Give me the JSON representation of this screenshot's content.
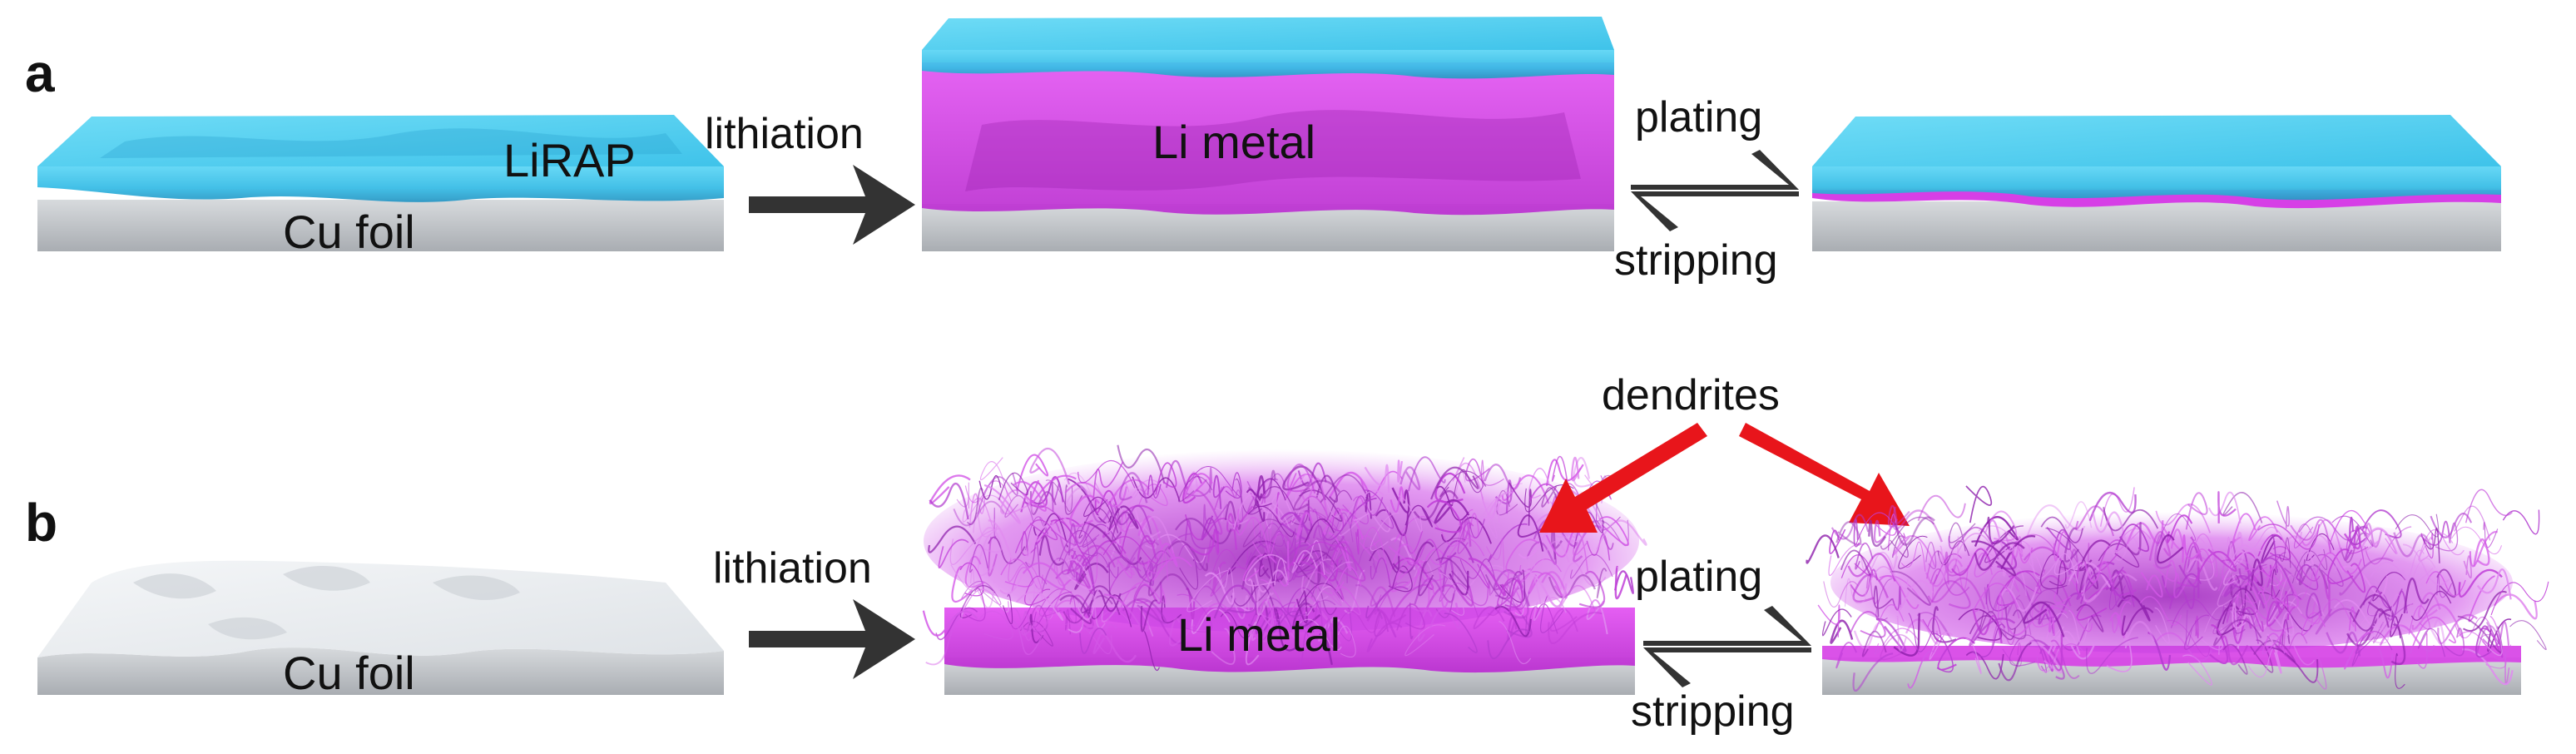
{
  "panels": [
    {
      "letter": "a",
      "substrate_label": "Cu foil",
      "coating_label": "LiRAP",
      "lithiation_label": "lithiation",
      "metal_label": "Li metal",
      "plating_label": "plating",
      "stripping_label": "stripping"
    },
    {
      "letter": "b",
      "substrate_label": "Cu foil",
      "lithiation_label": "lithiation",
      "metal_label": "Li metal",
      "plating_label": "plating",
      "stripping_label": "stripping",
      "dendrites_label": "dendrites"
    }
  ],
  "colors": {
    "coating": "#3fc6ea",
    "li_metal": "#d63fe6",
    "cu_foil": "#c4c8cc",
    "dendrite_arrow": "#e8151b",
    "process_arrow": "#333333"
  }
}
